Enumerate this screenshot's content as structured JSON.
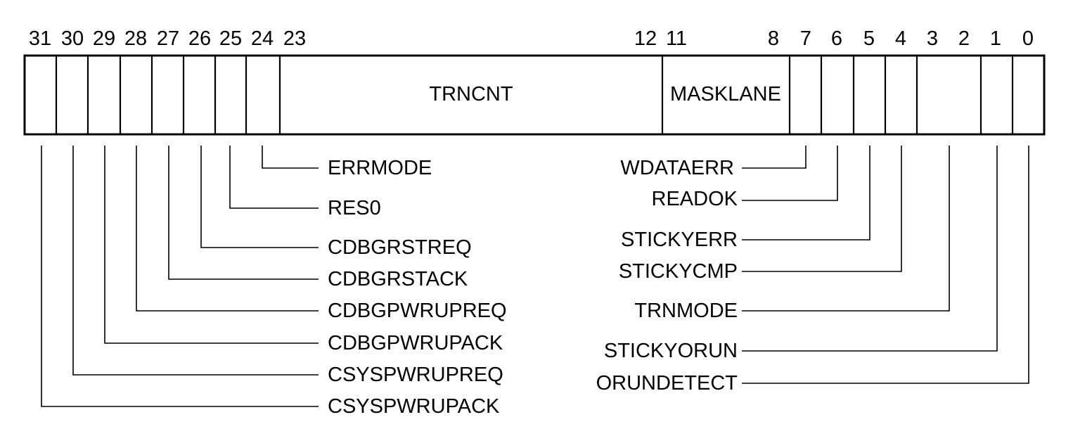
{
  "register": {
    "bit_numbers": [
      "31",
      "30",
      "29",
      "28",
      "27",
      "26",
      "25",
      "24",
      "23",
      "12",
      "11",
      "8",
      "7",
      "6",
      "5",
      "4",
      "3",
      "2",
      "1",
      "0"
    ],
    "fields_in_box": [
      "TRNCNT",
      "MASKLANE"
    ],
    "left_labels": [
      "ERRMODE",
      "RES0",
      "CDBGRSTREQ",
      "CDBGRSTACK",
      "CDBGPWRUPREQ",
      "CDBGPWRUPACK",
      "CSYSPWRUPREQ",
      "CSYSPWRUPACK"
    ],
    "right_labels": [
      "WDATAERR",
      "READOK",
      "STICKYERR",
      "STICKYCMP",
      "TRNMODE",
      "STICKYORUN",
      "ORUNDETECT"
    ]
  }
}
